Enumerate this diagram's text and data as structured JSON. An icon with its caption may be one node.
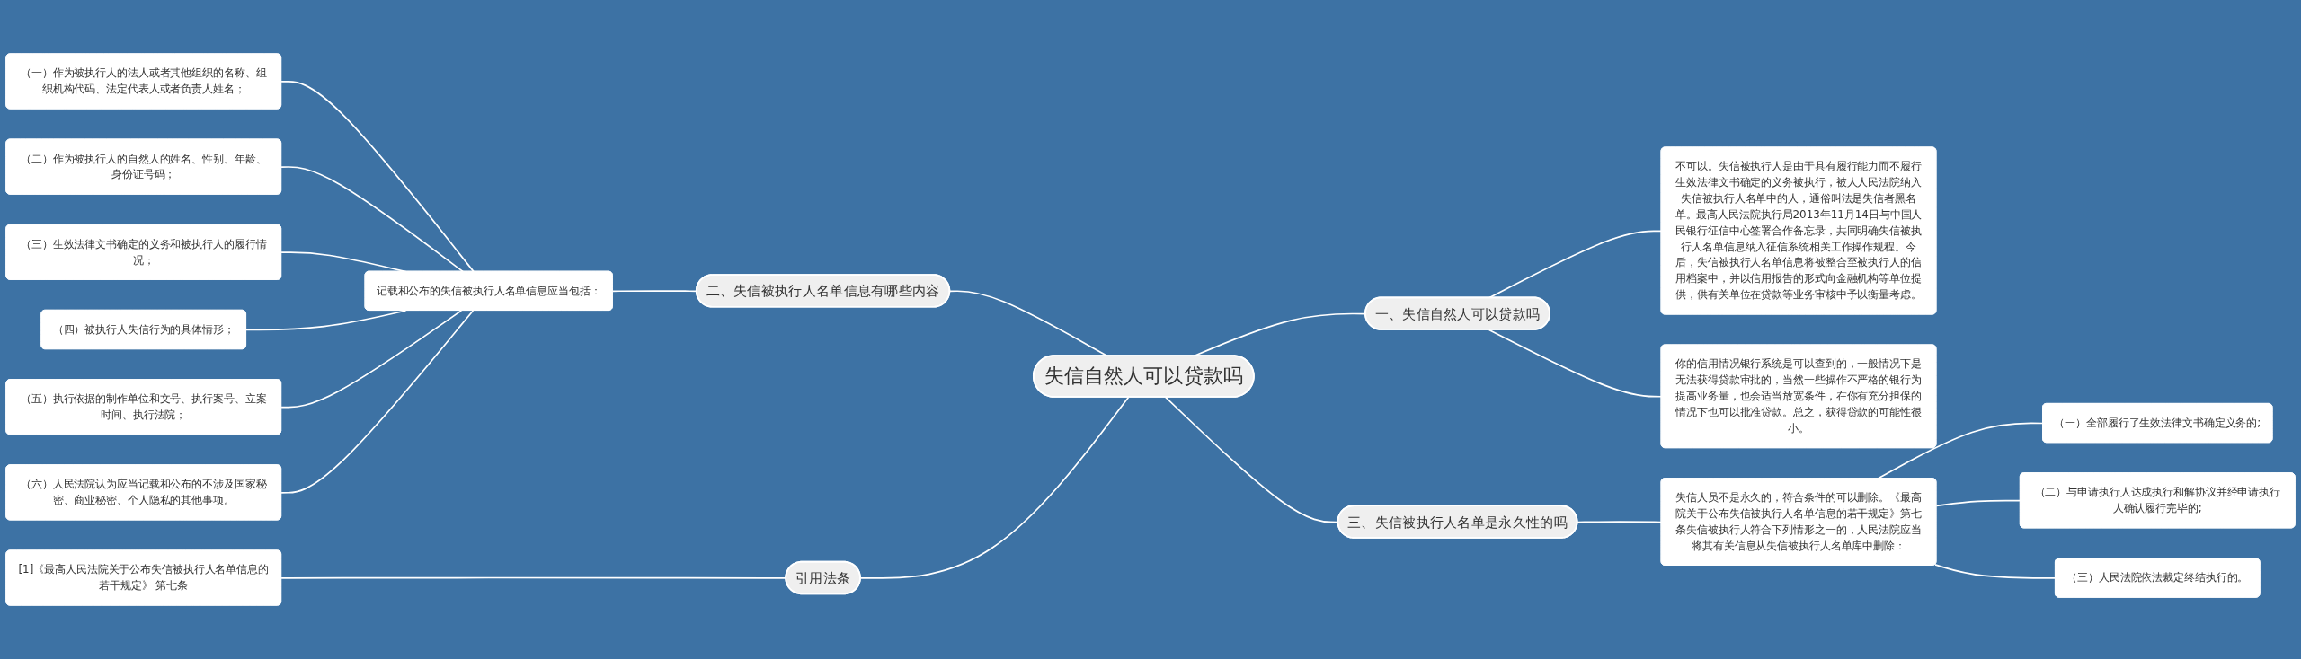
{
  "diagram": {
    "nodes": [
      {
        "text": [
          "失信自然人可以贷款吗"
        ]
      },
      {
        "text": [
          "一、失信自然人可以贷款吗"
        ]
      },
      {
        "text": [
          "不可以。失信被执行人是由于具有履行能力而不履行生效法律文书确定的义务被执行，被人人民法院纳入失信被执行人名单中的人，通俗叫法是失信者黑名单。最高人民法院执行局2013年11月14日与中国人民银行征信中心签署合作备忘录，共同明确失信被执行人名单信息纳入征信系统相关工作操作规程。今后，失信被执行人名单信息将被整合至被执行人的信用档案中，并以信用报告的形式向金融机构等单位提供，供有关单位在贷款等业务审核中予以衡量考虑。"
        ]
      },
      {
        "text": [
          "你的信用情况银行系统是可以查到的，一般情况下是无法获得贷款审批的，当然一些操作不严格的银行为提高业务量，也会适当放宽条件，在你有充分担保的情况下也可以批准贷款。总之，获得贷款的可能性很小。"
        ]
      },
      {
        "text": [
          "二、失信被执行人名单信息有哪些内容"
        ]
      },
      {
        "text": [
          "记载和公布的失信被执行人名单信息应当包括："
        ]
      },
      {
        "text": [
          "（一）作为被执行人的法人或者其他组织的名称、组织机构代码、法定代表人或者负责人姓名；"
        ]
      },
      {
        "text": [
          "（二）作为被执行人的自然人的姓名、性别、年龄、身份证号码；"
        ]
      },
      {
        "text": [
          "（三）生效法律文书确定的义务和被执行人的履行情况；"
        ]
      },
      {
        "text": [
          "（四）被执行人失信行为的具体情形；"
        ]
      },
      {
        "text": [
          "（五）执行依据的制作单位和文号、执行案号、立案时间、执行法院；"
        ]
      },
      {
        "text": [
          "（六）人民法院认为应当记载和公布的不涉及国家秘密、商业秘密、个人隐私的其他事项。"
        ]
      },
      {
        "text": [
          "三、失信被执行人名单是永久性的吗"
        ]
      },
      {
        "text": [
          "失信人员不是永久的，符合条件的可以删除。《最高院关于公布失信被执行人名单信息的若干规定》第七条失信被执行人符合下列情形之一的，人民法院应当将其有关信息从失信被执行人名单库中删除："
        ]
      },
      {
        "text": [
          "（一）全部履行了生效法律文书确定义务的;"
        ]
      },
      {
        "text": [
          "（二）与申请执行人达成执行和解协议并经申请执行人确认履行完毕的;"
        ]
      },
      {
        "text": [
          "（三）人民法院依法裁定终结执行的。"
        ]
      },
      {
        "text": [
          "引用法条"
        ]
      },
      {
        "text": [
          "[1]《最高人民法院关于公布失信被执行人名单信息的若干规定》 第七条"
        ]
      }
    ],
    "edges": [
      {
        "from": 0,
        "to": 1,
        "arrow": "none"
      },
      {
        "from": 1,
        "to": 2,
        "arrow": "none"
      },
      {
        "from": 1,
        "to": 3,
        "arrow": "none"
      },
      {
        "from": 4,
        "to": 0,
        "arrow": "none"
      },
      {
        "from": 5,
        "to": 4,
        "arrow": "none"
      },
      {
        "from": 6,
        "to": 5,
        "arrow": "none"
      },
      {
        "from": 7,
        "to": 5,
        "arrow": "none"
      },
      {
        "from": 8,
        "to": 5,
        "arrow": "none"
      },
      {
        "from": 9,
        "to": 5,
        "arrow": "none"
      },
      {
        "from": 10,
        "to": 5,
        "arrow": "none"
      },
      {
        "from": 11,
        "to": 5,
        "arrow": "none"
      },
      {
        "from": 0,
        "to": 12,
        "arrow": "none"
      },
      {
        "from": 12,
        "to": 13,
        "arrow": "none"
      },
      {
        "from": 13,
        "to": 14,
        "arrow": "none"
      },
      {
        "from": 13,
        "to": 15,
        "arrow": "none"
      },
      {
        "from": 13,
        "to": 16,
        "arrow": "none"
      },
      {
        "from": 17,
        "to": 0,
        "arrow": "none"
      },
      {
        "from": 18,
        "to": 17,
        "arrow": "none"
      }
    ]
  }
}
